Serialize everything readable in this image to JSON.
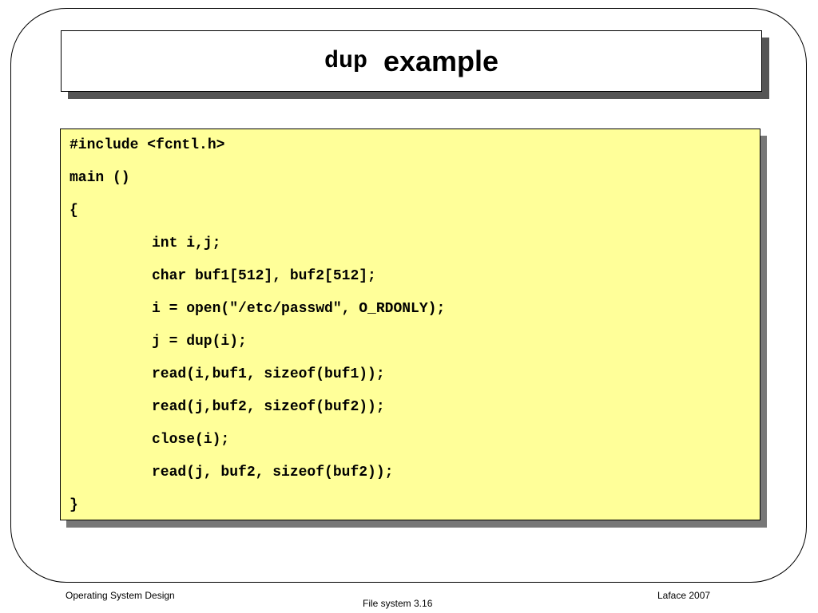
{
  "slide": {
    "title_code": "dup",
    "title_text": "example"
  },
  "code": {
    "lines": [
      "#include <fcntl.h>",
      "main ()",
      "{",
      "int i,j;",
      "char buf1[512], buf2[512];",
      "i = open(\"/etc/passwd\", O_RDONLY);",
      "j = dup(i);",
      "read(i,buf1, sizeof(buf1));",
      "read(j,buf2, sizeof(buf2));",
      "close(i);",
      "read(j, buf2, sizeof(buf2));",
      "}"
    ]
  },
  "footer": {
    "left": "Operating System Design",
    "center": "File system 3.16",
    "right": "Laface 2007"
  },
  "colors": {
    "code_background": "#ffff99",
    "shadow": "#555555"
  }
}
